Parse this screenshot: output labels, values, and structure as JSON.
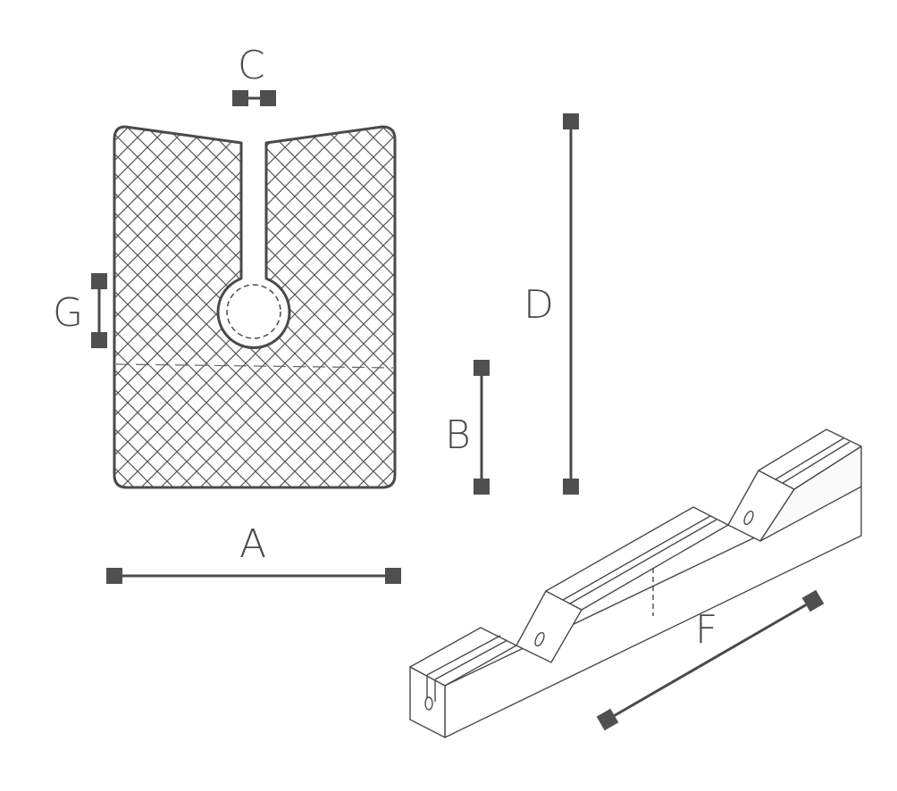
{
  "colors": {
    "stroke": "#4a4a4a",
    "marker": "#4f4f4f",
    "hatch": "#555555",
    "background": "#ffffff"
  },
  "labels": {
    "a": "A",
    "b": "B",
    "c": "C",
    "d": "D",
    "f": "F",
    "g": "G"
  }
}
